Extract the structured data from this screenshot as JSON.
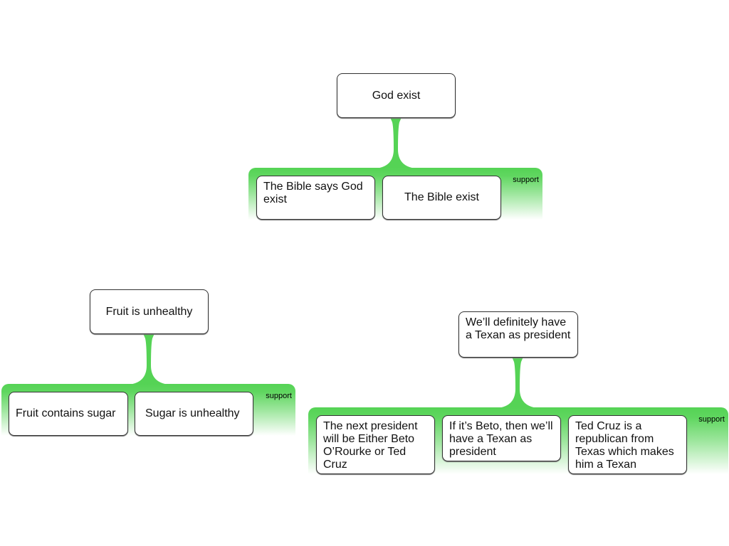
{
  "colors": {
    "support": "#55d355",
    "border": "#333333"
  },
  "maps": [
    {
      "claim": "God exist",
      "relation": "support",
      "reasons": [
        "The Bible says God exist",
        "The Bible exist"
      ]
    },
    {
      "claim": "Fruit is unhealthy",
      "relation": "support",
      "reasons": [
        "Fruit contains sugar",
        "Sugar is unhealthy"
      ]
    },
    {
      "claim": "We’ll definitely have a Texan as president",
      "relation": "support",
      "reasons": [
        "The next president will be Either Beto O’Rourke or Ted Cruz",
        "If it’s Beto, then we’ll have a Texan as president",
        "Ted Cruz is a republican from Texas which makes him a Texan"
      ]
    }
  ]
}
